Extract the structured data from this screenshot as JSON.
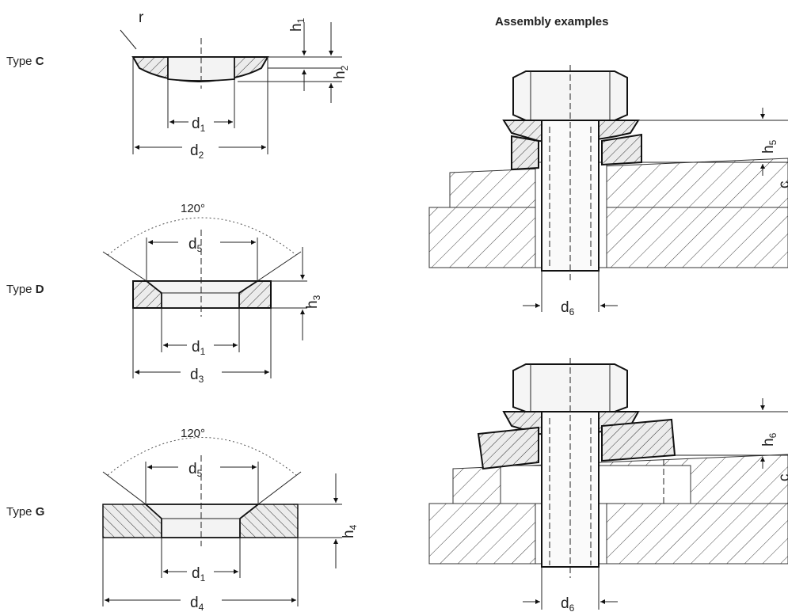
{
  "title": "Assembly examples",
  "types": [
    {
      "prefix": "Type ",
      "letter": "C"
    },
    {
      "prefix": "Type ",
      "letter": "D"
    },
    {
      "prefix": "Type ",
      "letter": "G"
    }
  ],
  "angle": "120°",
  "radius": "r",
  "dims": {
    "d1": {
      "base": "d",
      "sub": "1"
    },
    "d2": {
      "base": "d",
      "sub": "2"
    },
    "d3": {
      "base": "d",
      "sub": "3"
    },
    "d4": {
      "base": "d",
      "sub": "4"
    },
    "d5": {
      "base": "d",
      "sub": "5"
    },
    "d6": {
      "base": "d",
      "sub": "6"
    },
    "h1": {
      "base": "h",
      "sub": "1"
    },
    "h2": {
      "base": "h",
      "sub": "2"
    },
    "h3": {
      "base": "h",
      "sub": "3"
    },
    "h4": {
      "base": "h",
      "sub": "4"
    },
    "h5": {
      "base": "h",
      "sub": "5"
    },
    "h6": {
      "base": "h",
      "sub": "6"
    }
  },
  "edge_marks": [
    "c",
    "c"
  ]
}
